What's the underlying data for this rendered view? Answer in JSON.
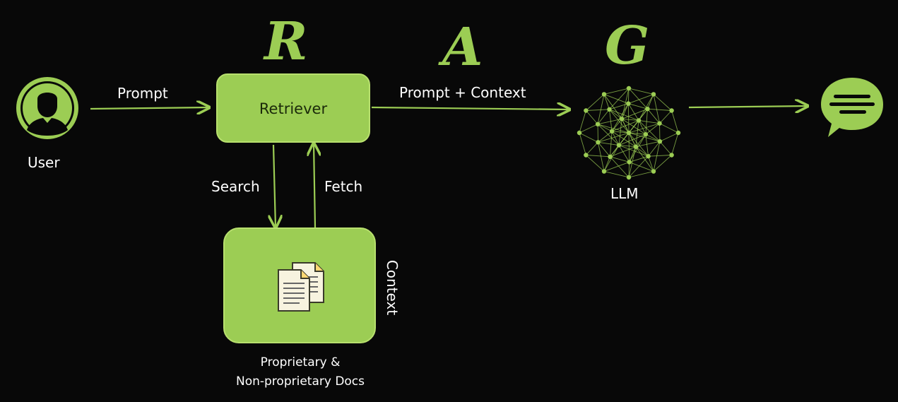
{
  "colors": {
    "background": "#080808",
    "accent": "#9ccd54",
    "text": "#ffffff",
    "box_text": "#1b2a0a"
  },
  "letters": {
    "r": "R",
    "a": "A",
    "g": "G"
  },
  "user": {
    "label": "User",
    "icon": "user-avatar-icon"
  },
  "edges": {
    "prompt": "Prompt",
    "prompt_context": "Prompt + Context",
    "search": "Search",
    "fetch": "Fetch"
  },
  "retriever": {
    "label": "Retriever"
  },
  "docs": {
    "icon": "documents-icon",
    "side_label": "Context",
    "caption_line1": "Proprietary &",
    "caption_line2": "Non-proprietary Docs"
  },
  "llm": {
    "label": "LLM",
    "icon": "neural-network-icon"
  },
  "output": {
    "icon": "chat-bubble-icon"
  }
}
